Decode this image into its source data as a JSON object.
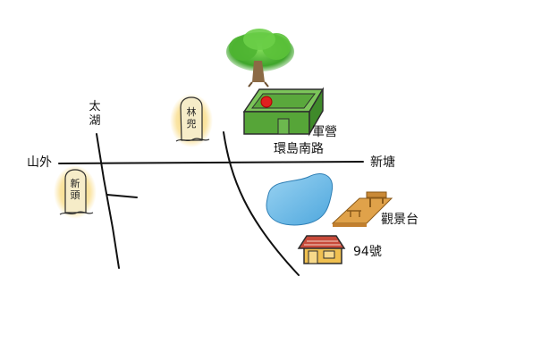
{
  "labels": {
    "taihu_line1": "太",
    "taihu_line2": "湖",
    "shanwai": "山外",
    "xintang": "新塘",
    "junying": "軍營",
    "huandao_road": "環島南路",
    "guanjingtai": "觀景台",
    "no94": "94號"
  },
  "stones": {
    "lindou_line1": "林",
    "lindou_line2": "兜",
    "xintou_line1": "新",
    "xintou_line2": "頭"
  },
  "colors": {
    "road": "#111111",
    "tree_leaves": "#4caf2e",
    "tree_trunk": "#8b6a45",
    "barracks": "#5aa83c",
    "marker": "#e02020",
    "pond": "#6ab9e6",
    "platform": "#e0a24a",
    "house_roof": "#c84a3a",
    "house_wall": "#f0c050",
    "stone_glow": "#f7cf5a",
    "stone": "#f6ecc8"
  }
}
